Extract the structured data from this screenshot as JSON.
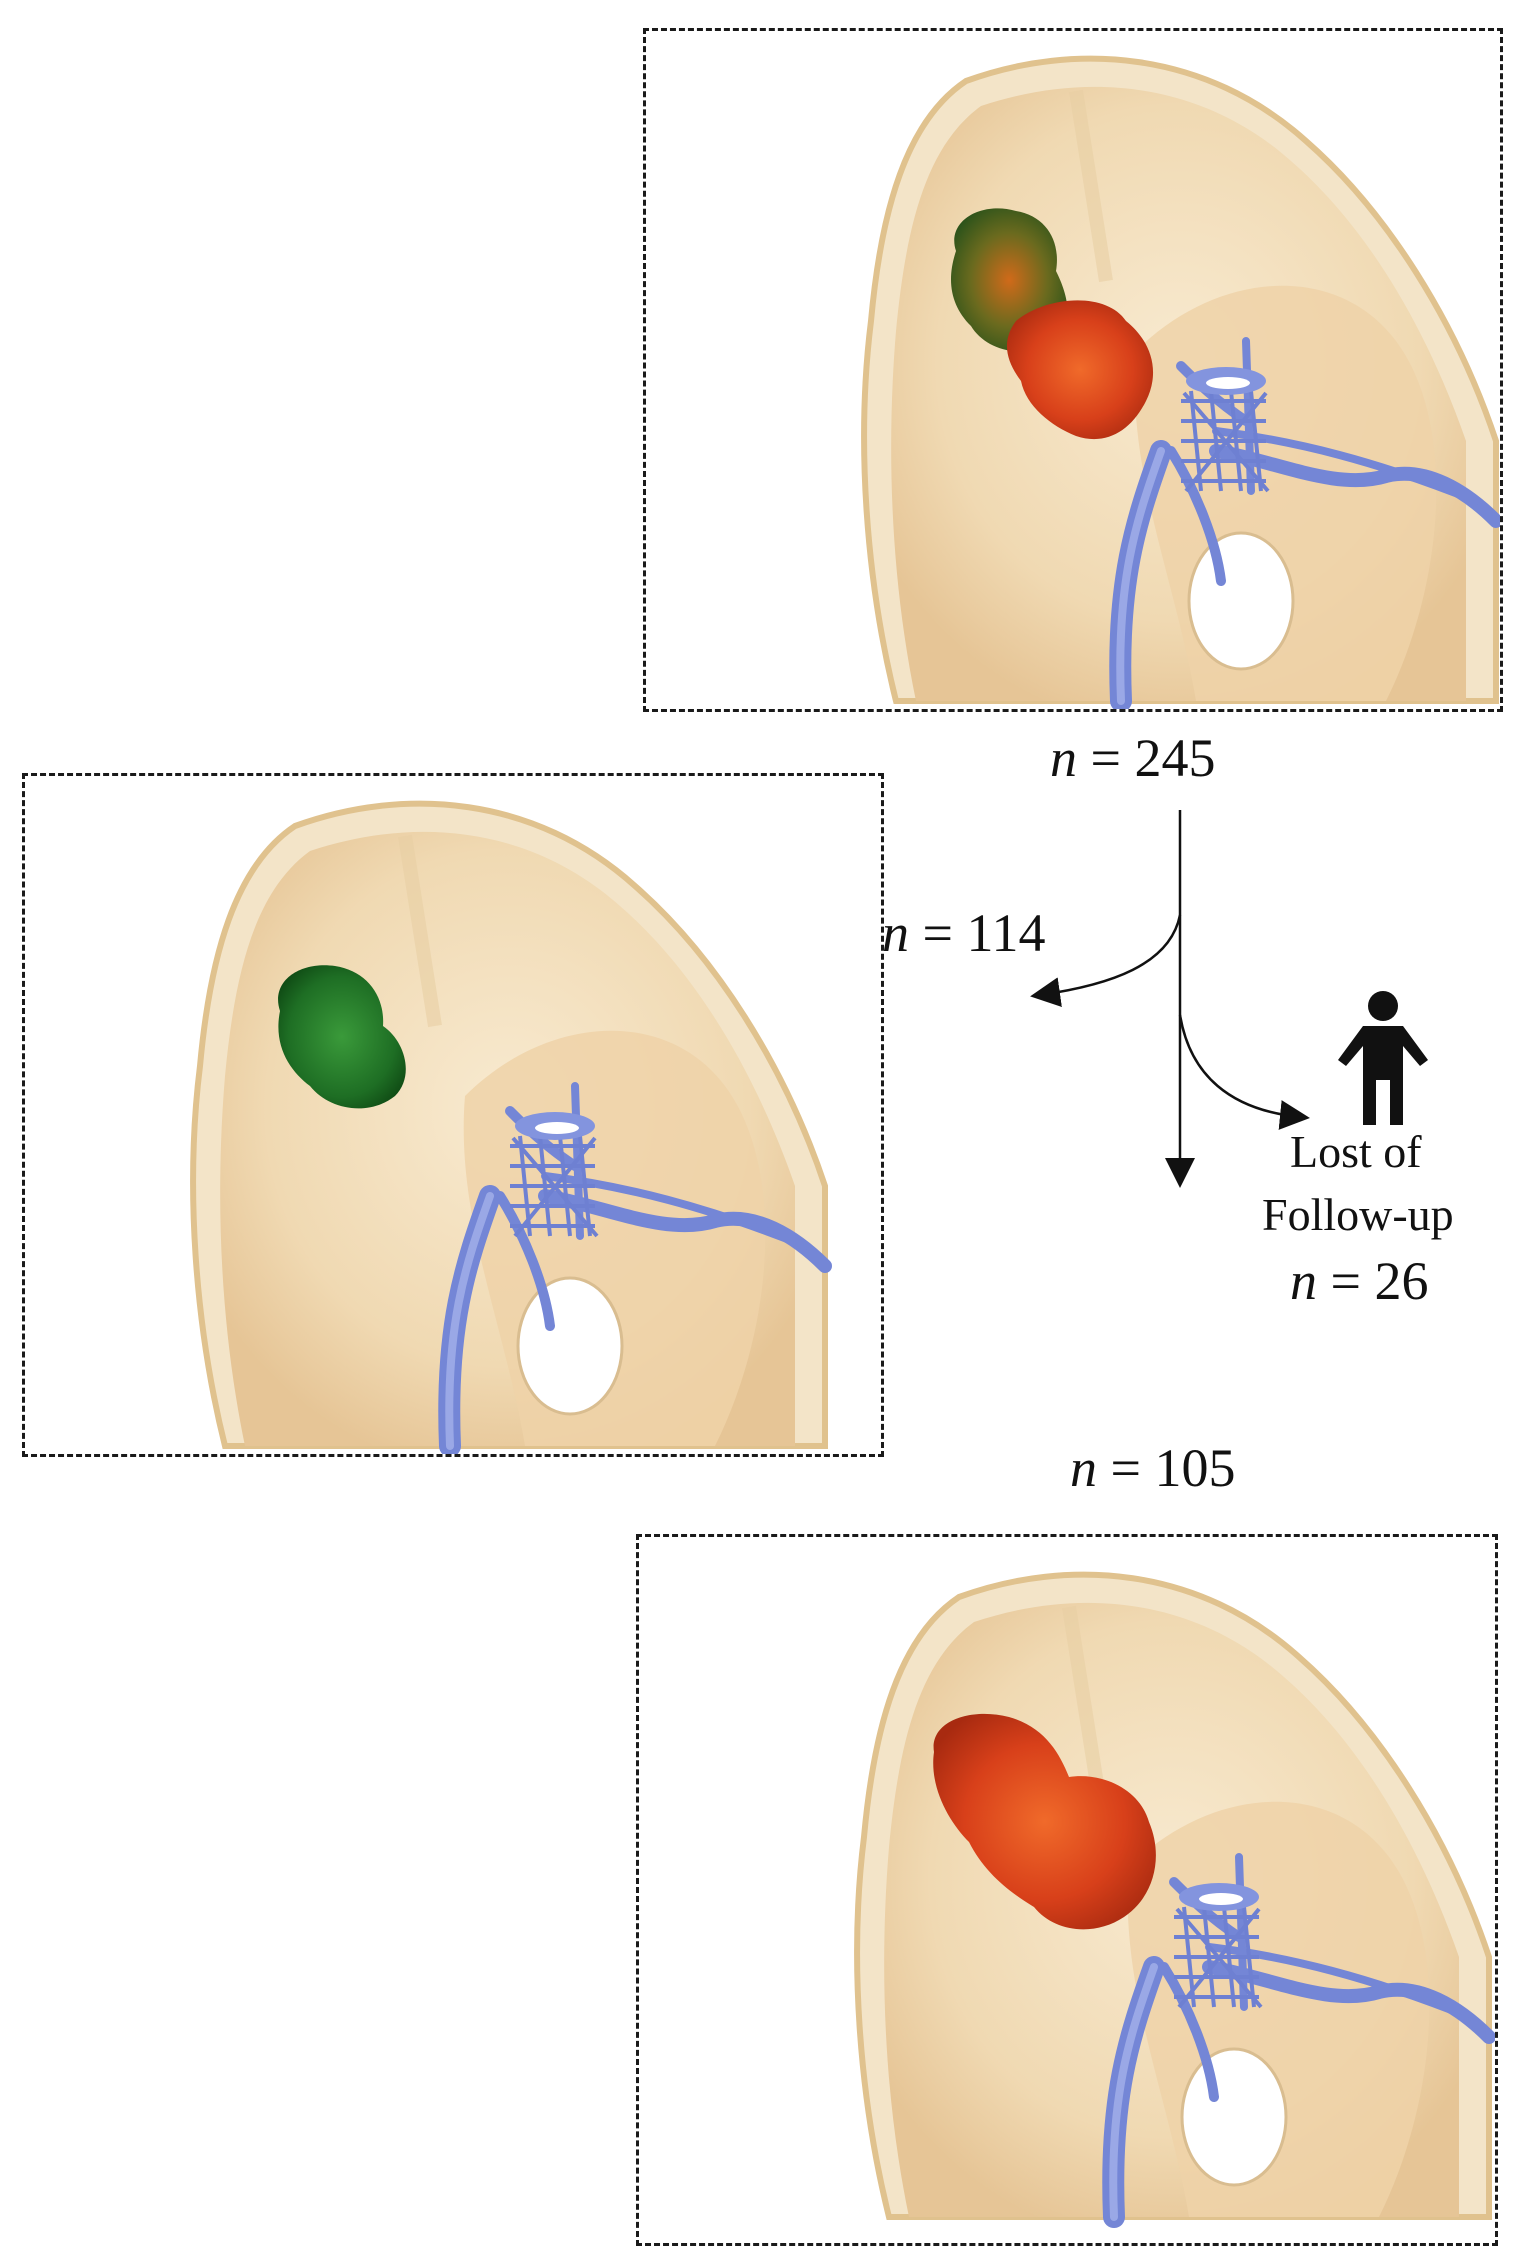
{
  "labels": {
    "total": {
      "var": "n",
      "eq": " = ",
      "value": "245"
    },
    "branch_left": {
      "var": "n",
      "eq": " = ",
      "value": "114"
    },
    "lost": {
      "line1": "Lost of",
      "line2": "Follow-up",
      "var": "n",
      "eq": " = ",
      "value": "26"
    },
    "branch_bottom": {
      "var": "n",
      "eq": " = ",
      "value": "105"
    }
  },
  "colors": {
    "skull": "#f2ddb8",
    "skull_rim": "#e2c08e",
    "vessel": "#7c8fd8",
    "tumor_green": "#1f7a2a",
    "tumor_red": "#d9401a"
  },
  "icons": {
    "lost_followup": "person-icon"
  }
}
